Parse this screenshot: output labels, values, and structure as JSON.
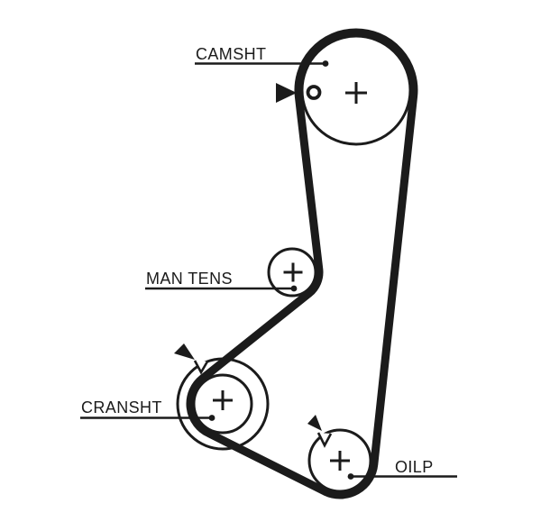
{
  "diagram": {
    "type": "timing-belt-routing",
    "colors": {
      "ink": "#1b1b1b",
      "background": "#ffffff"
    },
    "labels": {
      "camshaft": "CAMSHT",
      "tensioner": "MAN TENS",
      "crankshaft": "CRANSHT",
      "oil_pump": "OILP"
    },
    "pulleys": [
      {
        "id": "camshaft",
        "label": "CAMSHT",
        "marks": [
          "alignment-arrow",
          "timing-hole",
          "center-cross"
        ]
      },
      {
        "id": "manual-tensioner",
        "label": "MAN TENS",
        "marks": [
          "center-cross"
        ]
      },
      {
        "id": "crankshaft",
        "label": "CRANSHT",
        "marks": [
          "alignment-arrow",
          "timing-notch",
          "center-cross"
        ]
      },
      {
        "id": "oil-pump",
        "label": "OILP",
        "marks": [
          "alignment-arrow",
          "timing-notch",
          "center-cross"
        ]
      }
    ]
  }
}
